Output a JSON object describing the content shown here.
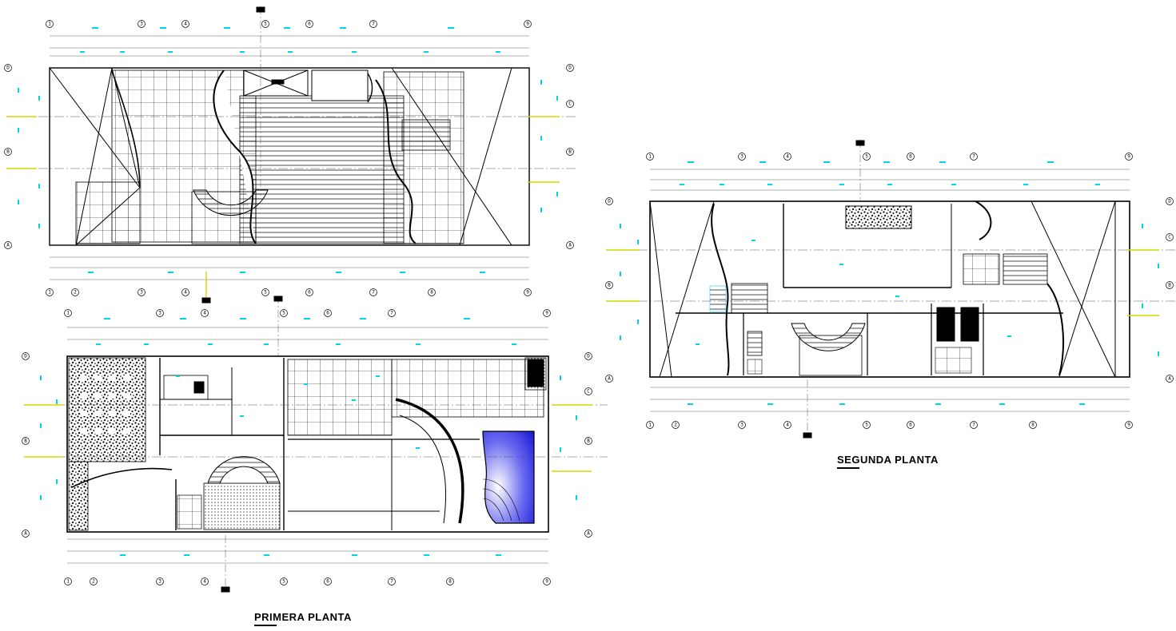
{
  "titles": {
    "primera_planta": "PRIMERA PLANTA",
    "segunda_planta": "SEGUNDA PLANTA"
  },
  "axes": {
    "top_plan_top": [
      "1",
      "3",
      "4",
      "5",
      "6",
      "7",
      "9"
    ],
    "top_plan_bottom": [
      "1",
      "2",
      "3",
      "4",
      "5",
      "6",
      "7",
      "8",
      "9"
    ],
    "first_floor_top": [
      "1",
      "3",
      "4",
      "5",
      "6",
      "7",
      "9"
    ],
    "first_floor_bottom": [
      "1",
      "2",
      "3",
      "4",
      "5",
      "6",
      "7",
      "8",
      "9"
    ],
    "second_floor_top": [
      "1",
      "3",
      "4",
      "5",
      "6",
      "7",
      "9"
    ],
    "second_floor_bottom": [
      "1",
      "2",
      "3",
      "4",
      "5",
      "6",
      "7",
      "8",
      "9"
    ],
    "rows": [
      "D",
      "C",
      "B",
      "A"
    ]
  },
  "colors": {
    "line": "#000000",
    "dimension": "#00d5e6",
    "axis": "#d7d700",
    "pool": "#2020d0"
  }
}
